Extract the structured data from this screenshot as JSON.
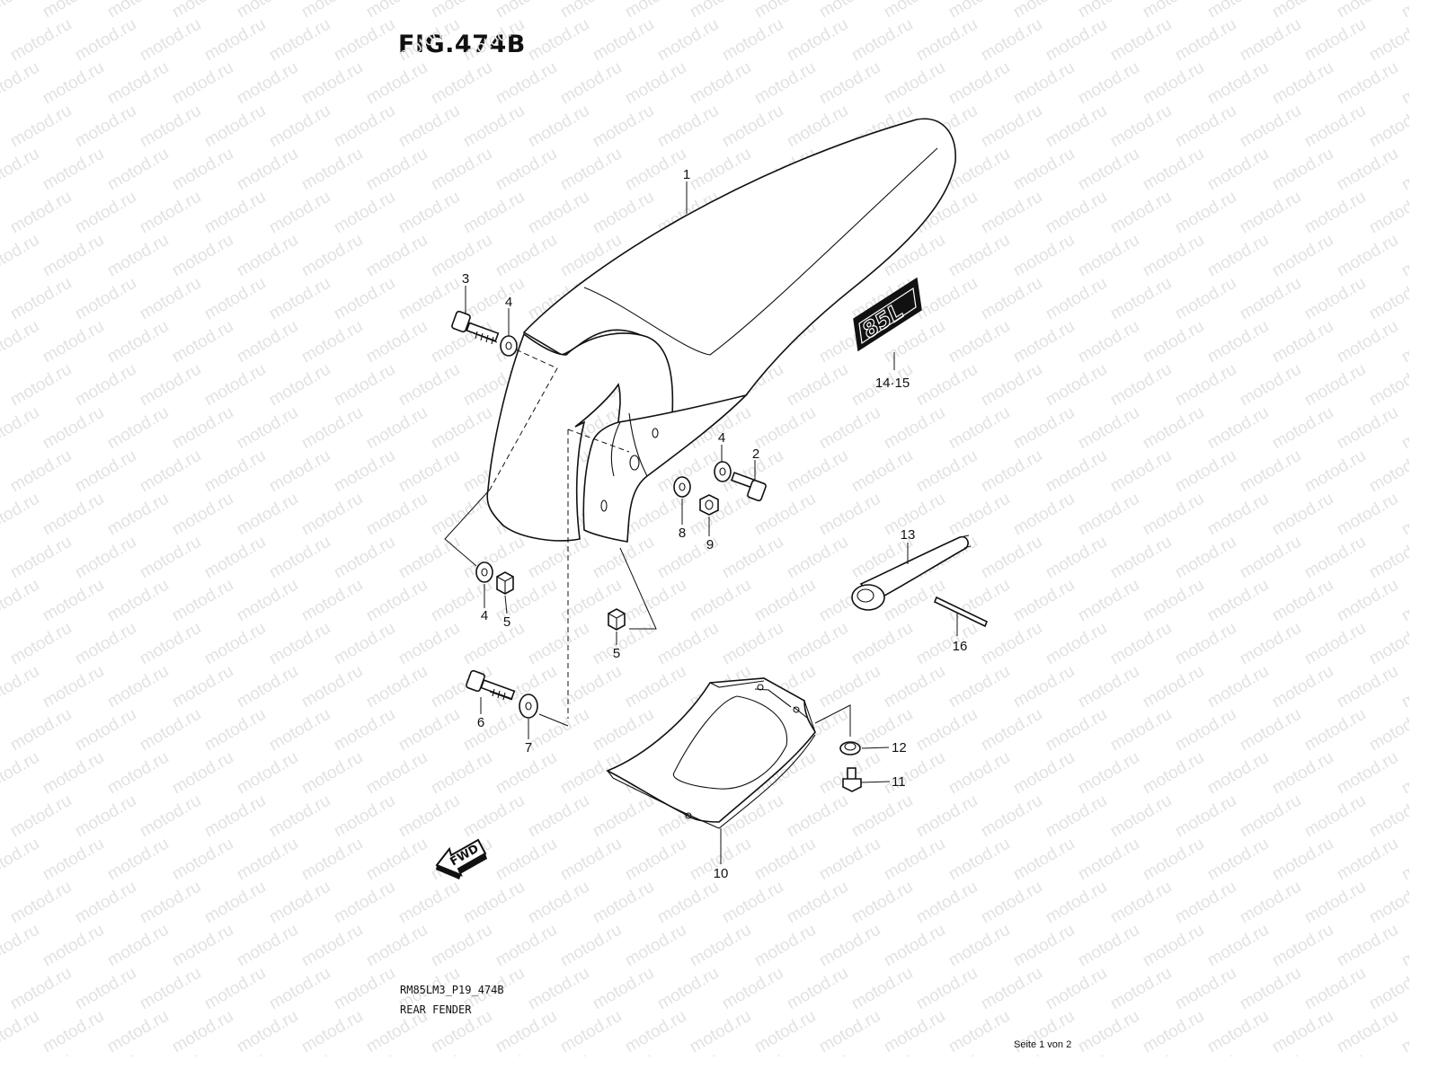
{
  "figure_title": "FIG.474B",
  "drawing_code": "RM85LM3_P19_474B",
  "section_name": "REAR FENDER",
  "page_footer": "Seite 1 von 2",
  "watermark_text": "motod.ru",
  "direction_marker": "FWD",
  "decal_text": "85L",
  "callouts": {
    "c1": "1",
    "c2": "2",
    "c3": "3",
    "c4a": "4",
    "c4b": "4",
    "c4c": "4",
    "c5a": "5",
    "c5b": "5",
    "c6": "6",
    "c7": "7",
    "c8": "8",
    "c9": "9",
    "c10": "10",
    "c11": "11",
    "c12": "12",
    "c13": "13",
    "c1415": "14·15",
    "c16": "16"
  }
}
